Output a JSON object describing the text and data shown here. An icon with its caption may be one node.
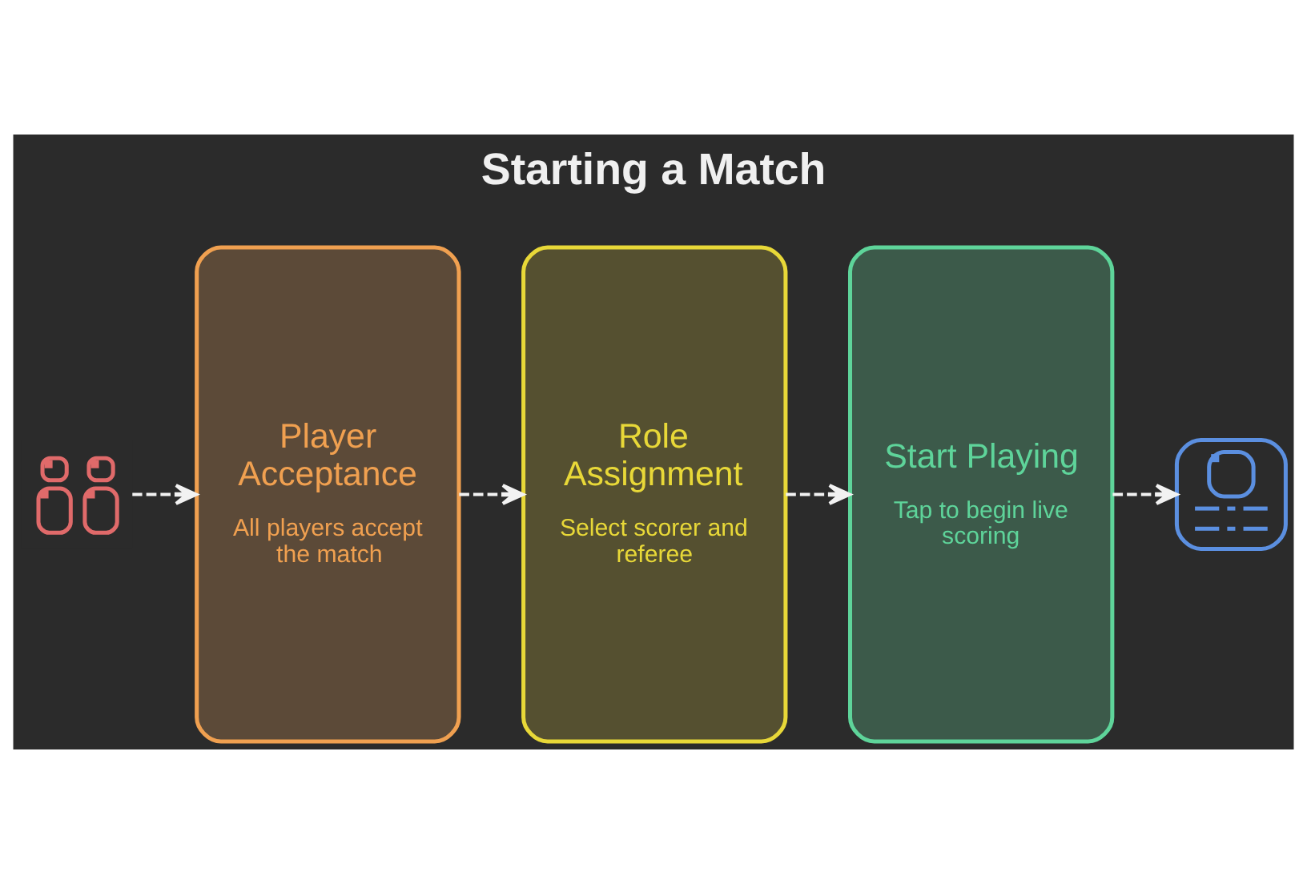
{
  "diagram": {
    "title": "Starting a Match",
    "nodes": [
      {
        "text": [],
        "shape": "picture"
      },
      {
        "text": [
          "Player Acceptance",
          "All players accept the match"
        ]
      },
      {
        "text": [
          "Role Assignment",
          "Select scorer and referee"
        ]
      },
      {
        "text": [
          "Start Playing",
          "Tap to begin live scoring"
        ]
      },
      {
        "text": [],
        "shape": "picture"
      }
    ],
    "edges": [
      {
        "from": 0,
        "to": 1,
        "arrow": "to",
        "style": "dashed"
      },
      {
        "from": 1,
        "to": 2,
        "arrow": "to",
        "style": "dashed"
      },
      {
        "from": 2,
        "to": 3,
        "arrow": "to",
        "style": "dashed"
      },
      {
        "from": 3,
        "to": 4,
        "arrow": "to",
        "style": "dashed"
      }
    ]
  }
}
